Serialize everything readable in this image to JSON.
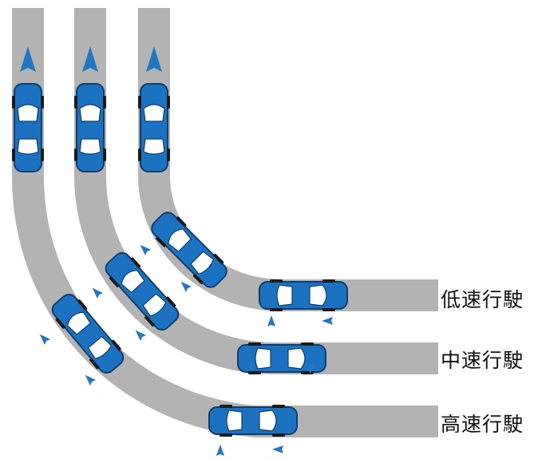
{
  "labels": {
    "low": "低速行駛",
    "mid": "中速行駛",
    "high": "高速行駛"
  },
  "colors": {
    "road": "#b3b3b3",
    "car_body": "#1a72c0",
    "car_outline": "#0e3f6b",
    "window": "#ffffff",
    "arrow": "#1e78c4",
    "background": "#ffffff"
  },
  "icons": {
    "car": "car-top-view-icon",
    "arrow": "direction-arrow-icon"
  }
}
